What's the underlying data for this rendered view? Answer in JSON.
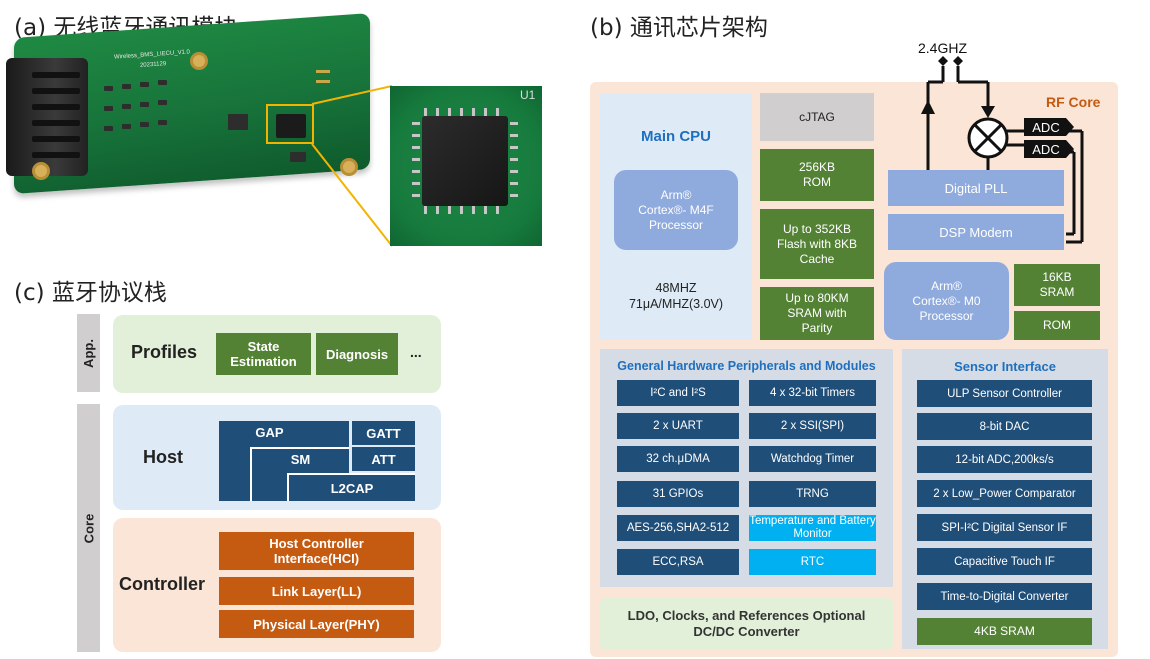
{
  "panel_a": {
    "title": "(a) 无线蓝牙通讯模块",
    "board_print": [
      "Wireless_BMS_LIECU_V1.0",
      "20231129"
    ],
    "chip_label": "U1"
  },
  "panel_b": {
    "title": "(b) 通讯芯片架构",
    "antenna_label": "2.4GHZ",
    "main_cpu": {
      "title": "Main CPU",
      "processor": [
        "Arm®",
        "Cortex®- M4F",
        "Processor"
      ],
      "specs": [
        "48MHZ",
        "71μA/MHZ(3.0V)"
      ]
    },
    "memory": {
      "cjtag": "cJTAG",
      "rom": [
        "256KB",
        "ROM"
      ],
      "flash": [
        "Up to 352KB",
        "Flash with 8KB",
        "Cache"
      ],
      "sram": [
        "Up to 80KM",
        "SRAM with",
        "Parity"
      ]
    },
    "rf_core": {
      "title": "RF Core",
      "adc": [
        "ADC",
        "ADC"
      ],
      "digital_pll": "Digital PLL",
      "dsp_modem": "DSP Modem",
      "processor": [
        "Arm®",
        "Cortex®- M0",
        "Processor"
      ],
      "sram": [
        "16KB",
        "SRAM"
      ],
      "rom": "ROM"
    },
    "peripherals": {
      "title": "General Hardware Peripherals and Modules",
      "left": [
        "I²C and I²S",
        "2 x UART",
        "32 ch.μDMA",
        "31 GPIOs",
        "AES-256,SHA2-512",
        "ECC,RSA"
      ],
      "right": [
        "4 x 32-bit Timers",
        "2 x SSI(SPI)",
        "Watchdog Timer",
        "TRNG",
        "Temperature and Battery Monitor",
        "RTC"
      ]
    },
    "sensor": {
      "title": "Sensor Interface",
      "items": [
        "ULP Sensor Controller",
        "8-bit DAC",
        "12-bit ADC,200ks/s",
        "2 x Low_Power Comparator",
        "SPI-I²C Digital Sensor IF",
        "Capacitive Touch IF",
        "Time-to-Digital Converter",
        "4KB SRAM"
      ]
    },
    "ldo": [
      "LDO, Clocks, and References Optional",
      "DC/DC Converter"
    ]
  },
  "panel_c": {
    "title": "(c) 蓝牙协议栈",
    "side_app": "App.",
    "side_core": "Core",
    "app": {
      "label": "Profiles",
      "items": [
        "State Estimation",
        "Diagnosis"
      ],
      "more": "..."
    },
    "host": {
      "label": "Host",
      "gap": "GAP",
      "gatt": "GATT",
      "sm": "SM",
      "att": "ATT",
      "l2cap": "L2CAP"
    },
    "controller": {
      "label": "Controller",
      "hci": "Host Controller Interface(HCI)",
      "ll": "Link Layer(LL)",
      "phy": "Physical Layer(PHY)"
    }
  },
  "colors": {
    "green_block": "#548235",
    "navy_block": "#1f4e79",
    "orange_block": "#c55a11",
    "cyan_block": "#00b0f0",
    "light_blue_block": "#8faadc",
    "title_blue": "#1f6fbf",
    "rf_title_orange": "#c55a11",
    "highlight_yellow": "#f2b400"
  }
}
